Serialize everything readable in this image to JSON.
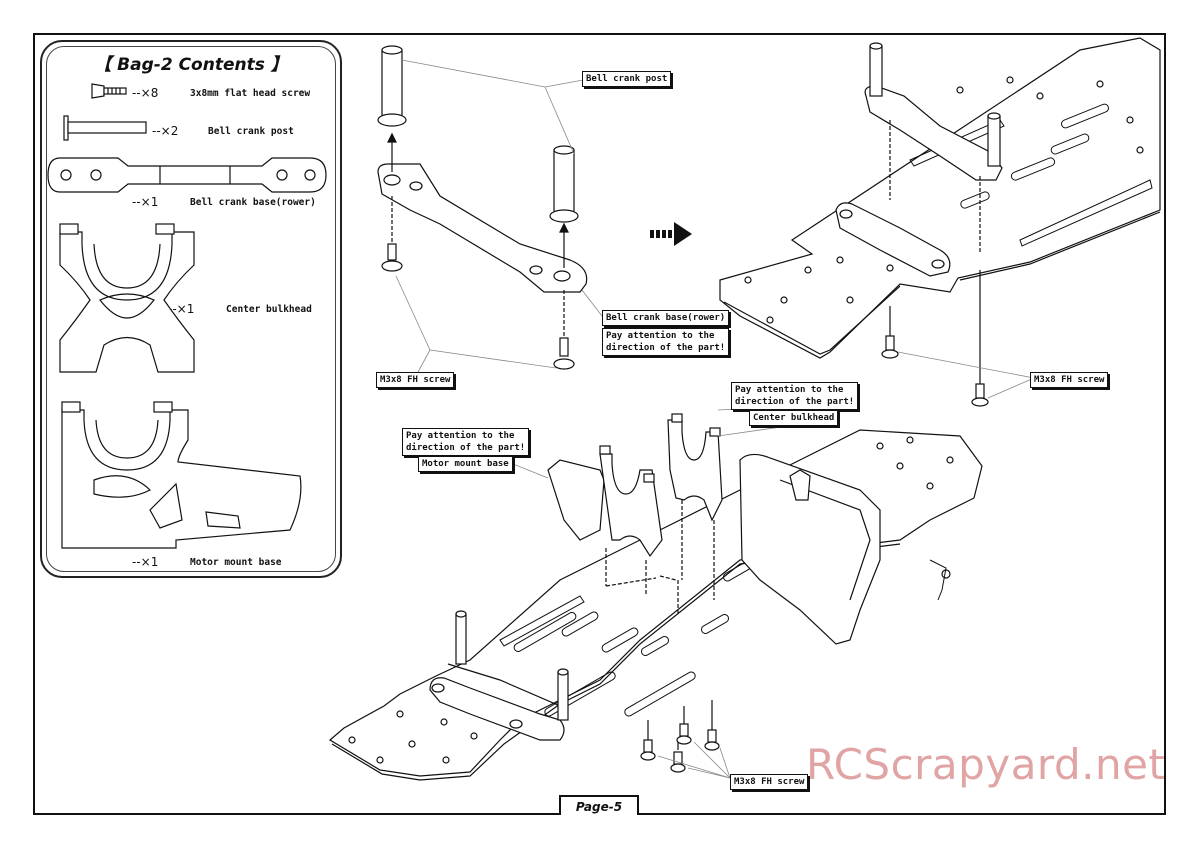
{
  "contents": {
    "title": "【 Bag-2 Contents 】",
    "items": [
      {
        "qty": "--×8",
        "label": "3x8mm flat head screw"
      },
      {
        "qty": "--×2",
        "label": "Bell crank post"
      },
      {
        "qty": "--×1",
        "label": "Bell crank base(rower)"
      },
      {
        "qty": "--×1",
        "label": "Center bulkhead"
      },
      {
        "qty": "--×1",
        "label": "Motor mount base"
      }
    ]
  },
  "callouts": {
    "bell_crank_post": "Bell crank post",
    "bell_crank_base": "Bell crank base(rower)",
    "attention_1": "Pay attention to the\ndirection of the part!",
    "m3x8_left": "M3x8 FH screw",
    "m3x8_right": "M3x8 FH screw",
    "attention_2": "Pay attention to the\ndirection of the part!",
    "center_bulkhead": "Center bulkhead",
    "attention_3": "Pay attention to the\ndirection of the part!",
    "motor_mount_base": "Motor mount base",
    "m3x8_bottom": "M3x8 FH screw"
  },
  "page_label": "Page-5",
  "watermark": "RCScrapyard.net"
}
